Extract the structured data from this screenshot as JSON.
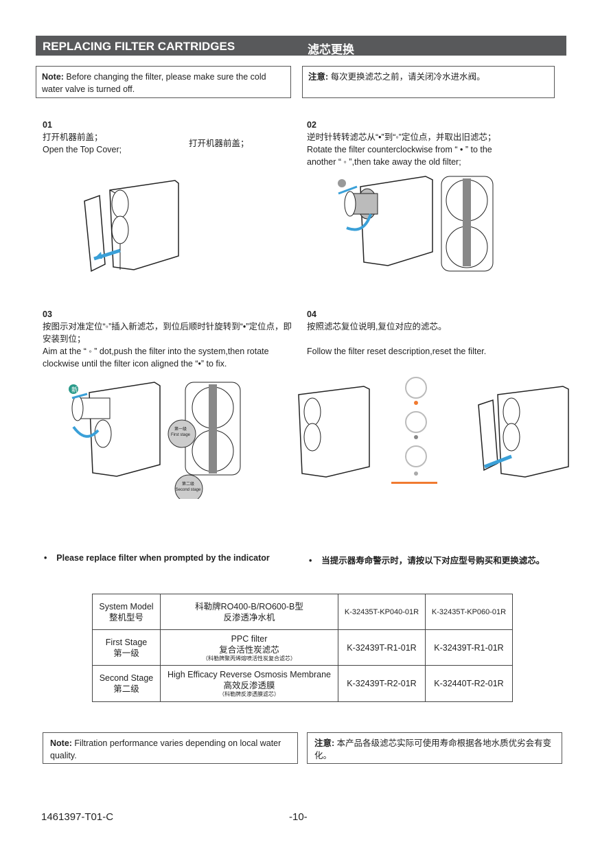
{
  "header": {
    "title_en": "REPLACING FILTER CARTRIDGES",
    "title_zh": "滤芯更换"
  },
  "top_note": {
    "en_label": "Note:",
    "en_text": " Before changing the filter, please make sure the cold water valve is turned off.",
    "zh_label": "注意:",
    "zh_text": " 每次更换滤芯之前，请关闭冷水进水阀。"
  },
  "steps": [
    {
      "num": "01",
      "zh": "打开机器前盖；",
      "en": "Open the Top Cover;",
      "zh_extra": "打开机器前盖；"
    },
    {
      "num": "02",
      "zh": "逆时针转转滤芯从“•”到“◦”定位点，并取出旧滤芯；",
      "en": "Rotate the filter counterclockwise from “ • ” to the another “ ◦ ”,then take away the old filter;"
    },
    {
      "num": "03",
      "zh": "按图示对准定位“◦”插入新滤芯，到位后顺时针旋转到“•”定位点，即安装到位；",
      "en": "Aim at the “ ◦ ” dot,push the filter into the system,then rotate clockwise until the filter icon aligned the “•” to fix.",
      "label_new": "新",
      "label_first_zh": "第一级",
      "label_first_en": "First stage",
      "label_second_zh": "第二级",
      "label_second_en": "Second stage"
    },
    {
      "num": "04",
      "zh": "按照滤芯复位说明,复位对应的滤芯。",
      "en": "Follow the filter reset description,reset the filter."
    }
  ],
  "bullets": {
    "en": "Please replace filter when prompted by the indicator",
    "zh": "当提示器寿命警示时，请按以下对应型号购买和更换滤芯。"
  },
  "table": {
    "rows": [
      {
        "h_en": "System Model",
        "h_zh": "整机型号",
        "d1": "科勒牌RO400-B/RO600-B型",
        "d2": "反渗透净水机",
        "d3": "",
        "c1": "K-32435T-KP040-01R",
        "c2": "K-32435T-KP060-01R"
      },
      {
        "h_en": "First Stage",
        "h_zh": "第一级",
        "d1": "PPC filter",
        "d2": "复合活性炭滤芯",
        "d3": "（科勒牌聚丙烯熔喷活性炭复合滤芯）",
        "c1": "K-32439T-R1-01R",
        "c2": "K-32439T-R1-01R"
      },
      {
        "h_en": "Second Stage",
        "h_zh": "第二级",
        "d1": "High Efficacy Reverse Osmosis Membrane",
        "d2": "高效反渗透膜",
        "d3": "（科勒牌反渗透膜滤芯）",
        "c1": "K-32439T-R2-01R",
        "c2": "K-32440T-R2-01R"
      }
    ]
  },
  "bottom_note": {
    "en_label": "Note:",
    "en_text": " Filtration performance varies depending on local water quality.",
    "zh_label": "注意:",
    "zh_text": " 本产品各级滤芯实际可使用寿命根据各地水质优劣会有变化。"
  },
  "footer": {
    "doc_id": "1461397-T01-C",
    "page": "-10-"
  },
  "colors": {
    "header_bg": "#58595b",
    "accent_blue": "#3aa0d8",
    "accent_orange": "#f07a30"
  }
}
